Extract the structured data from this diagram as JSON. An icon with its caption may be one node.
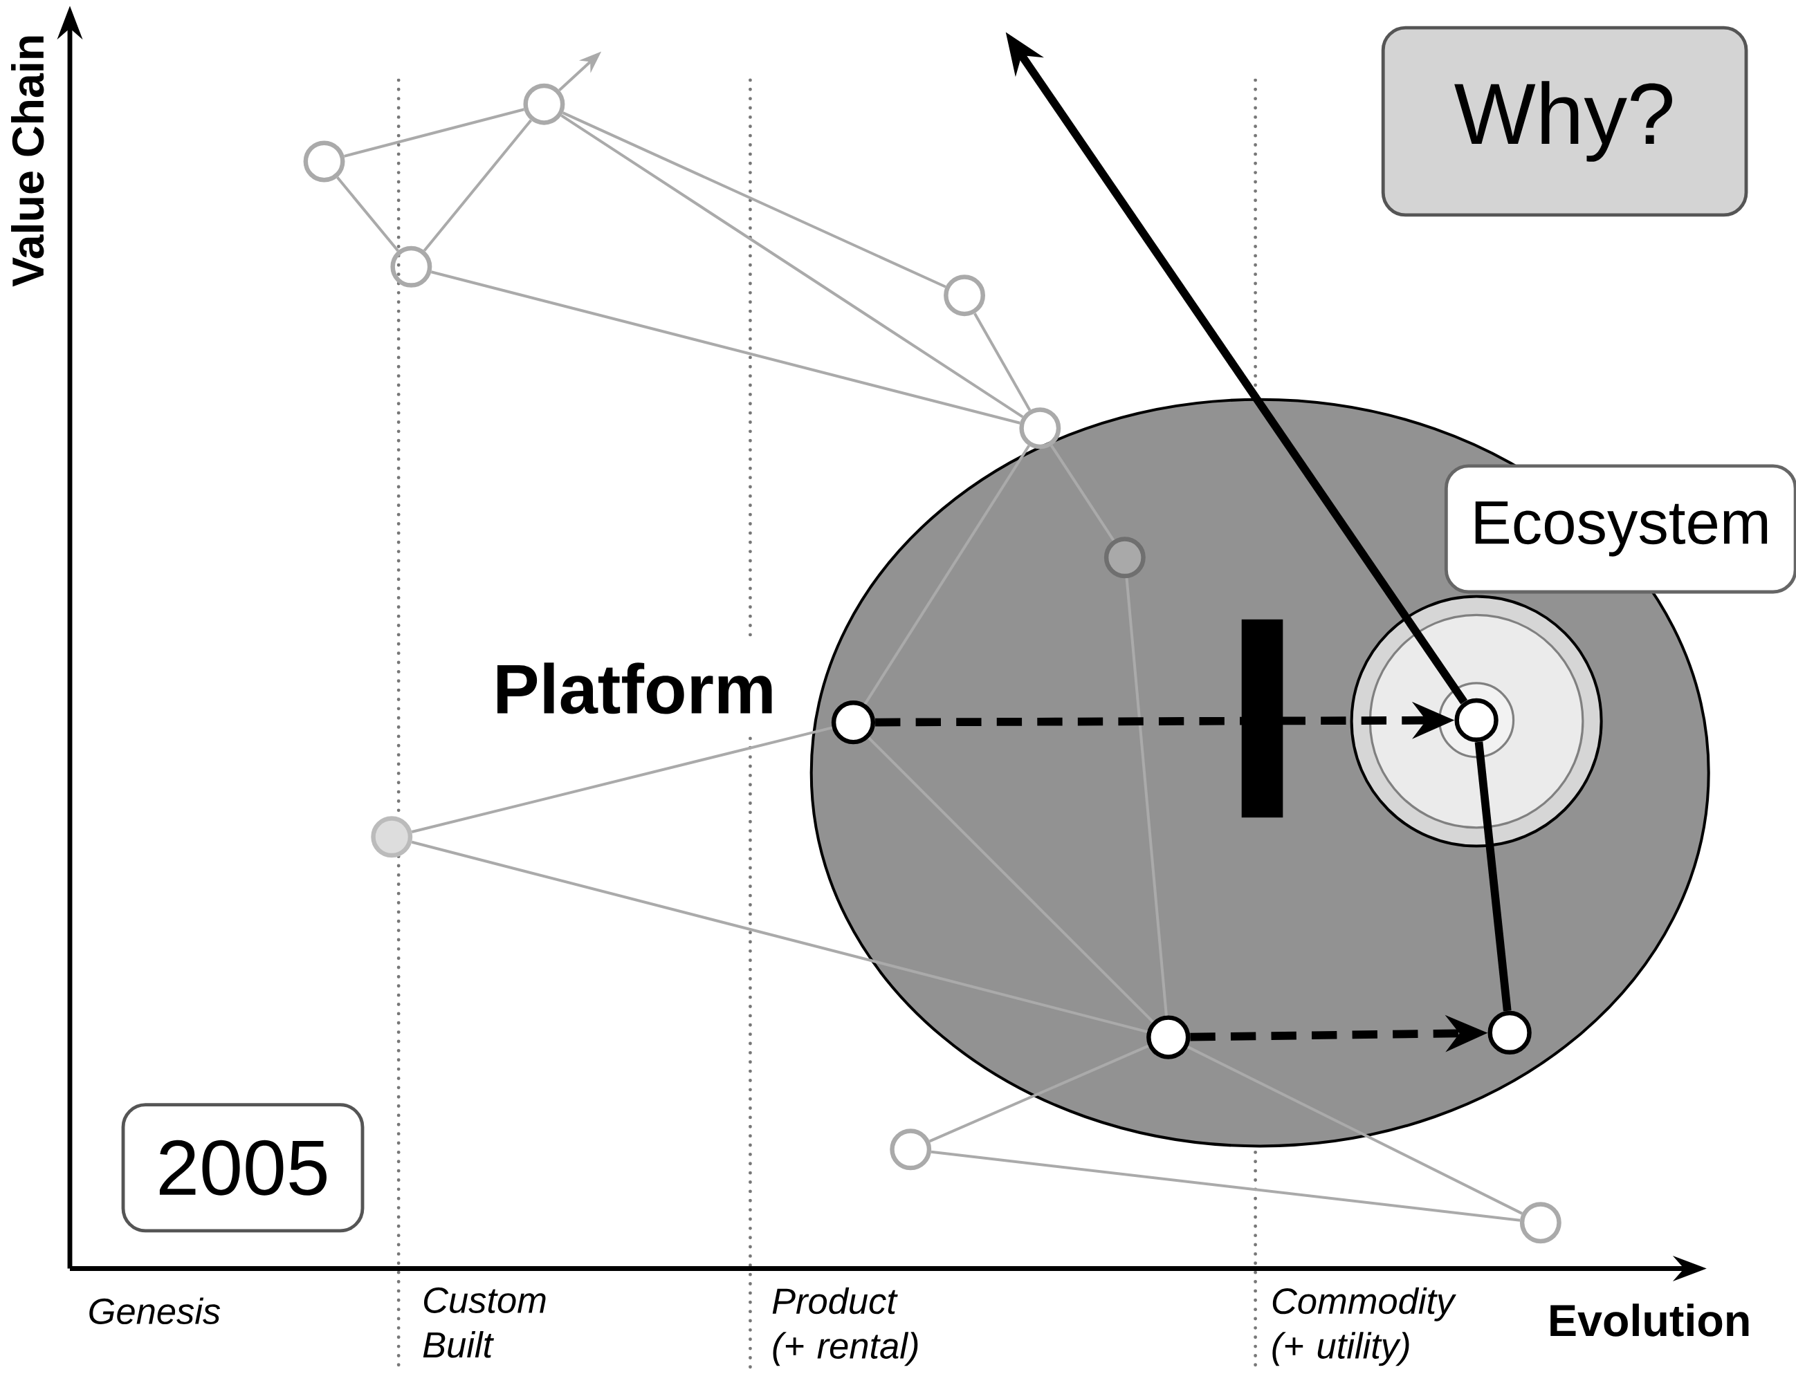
{
  "diagram": {
    "nodes": [
      {
        "text": [
          "Why?"
        ]
      },
      {
        "text": [],
        "shape": "circle"
      },
      {
        "text": [],
        "shape": "circle"
      },
      {
        "text": [],
        "shape": "circle"
      },
      {
        "text": [],
        "shape": "circle"
      },
      {
        "text": [],
        "shape": "circle"
      },
      {
        "text": [],
        "shape": "ellipse"
      },
      {
        "text": [],
        "shape": "circle",
        "in": 6
      },
      {
        "text": [
          "Ecosystem"
        ]
      },
      {
        "text": [],
        "shape": "circle",
        "in": 6
      },
      {
        "text": [],
        "shape": "circle",
        "in": 9
      },
      {
        "text": [],
        "shape": "circle",
        "in": 6,
        "beside": [
          "Platform"
        ]
      },
      {
        "text": [],
        "shape": "circle"
      },
      {
        "text": [],
        "shape": "circle",
        "in": 6
      },
      {
        "text": [],
        "shape": "circle",
        "in": 6
      },
      {
        "text": [],
        "shape": "circle"
      },
      {
        "text": [],
        "shape": "circle"
      },
      {
        "text": [
          "2005"
        ]
      }
    ],
    "edges": [
      {
        "from": 1,
        "to": 2,
        "arrow": "none"
      },
      {
        "from": 1,
        "to": 3,
        "arrow": "none"
      },
      {
        "from": 3,
        "to": 2,
        "arrow": "none"
      },
      {
        "from": 2,
        "to": null,
        "arrow": "to"
      },
      {
        "from": 2,
        "to": 4,
        "arrow": "none"
      },
      {
        "from": 2,
        "to": 5,
        "arrow": "none"
      },
      {
        "from": 3,
        "to": 5,
        "arrow": "none"
      },
      {
        "from": 4,
        "to": 5,
        "arrow": "none"
      },
      {
        "from": 5,
        "to": 7,
        "arrow": "none"
      },
      {
        "from": 5,
        "to": 11,
        "arrow": "none"
      },
      {
        "from": 7,
        "to": 13,
        "arrow": "none"
      },
      {
        "from": 11,
        "to": 12,
        "arrow": "none"
      },
      {
        "from": 12,
        "to": 13,
        "arrow": "none"
      },
      {
        "from": 11,
        "to": 13,
        "arrow": "none"
      },
      {
        "from": 13,
        "to": 15,
        "arrow": "none"
      },
      {
        "from": 15,
        "to": 16,
        "arrow": "none"
      },
      {
        "from": 13,
        "to": 16,
        "arrow": "none"
      },
      {
        "from": 11,
        "to": 10,
        "arrow": "to",
        "style": "dashed",
        "color": "#000000"
      },
      {
        "from": 13,
        "to": 14,
        "arrow": "to",
        "style": "dashed",
        "color": "#000000"
      },
      {
        "from": 14,
        "to": 10,
        "arrow": "none",
        "style": "thick",
        "color": "#000000"
      },
      {
        "from": 10,
        "to": null,
        "arrow": "to",
        "style": "thick",
        "color": "#000000"
      }
    ],
    "labels": [
      "Value Chain",
      "Genesis",
      "Custom Built",
      "Product (+ rental)",
      "Commodity (+ utility)",
      "Evolution"
    ]
  }
}
